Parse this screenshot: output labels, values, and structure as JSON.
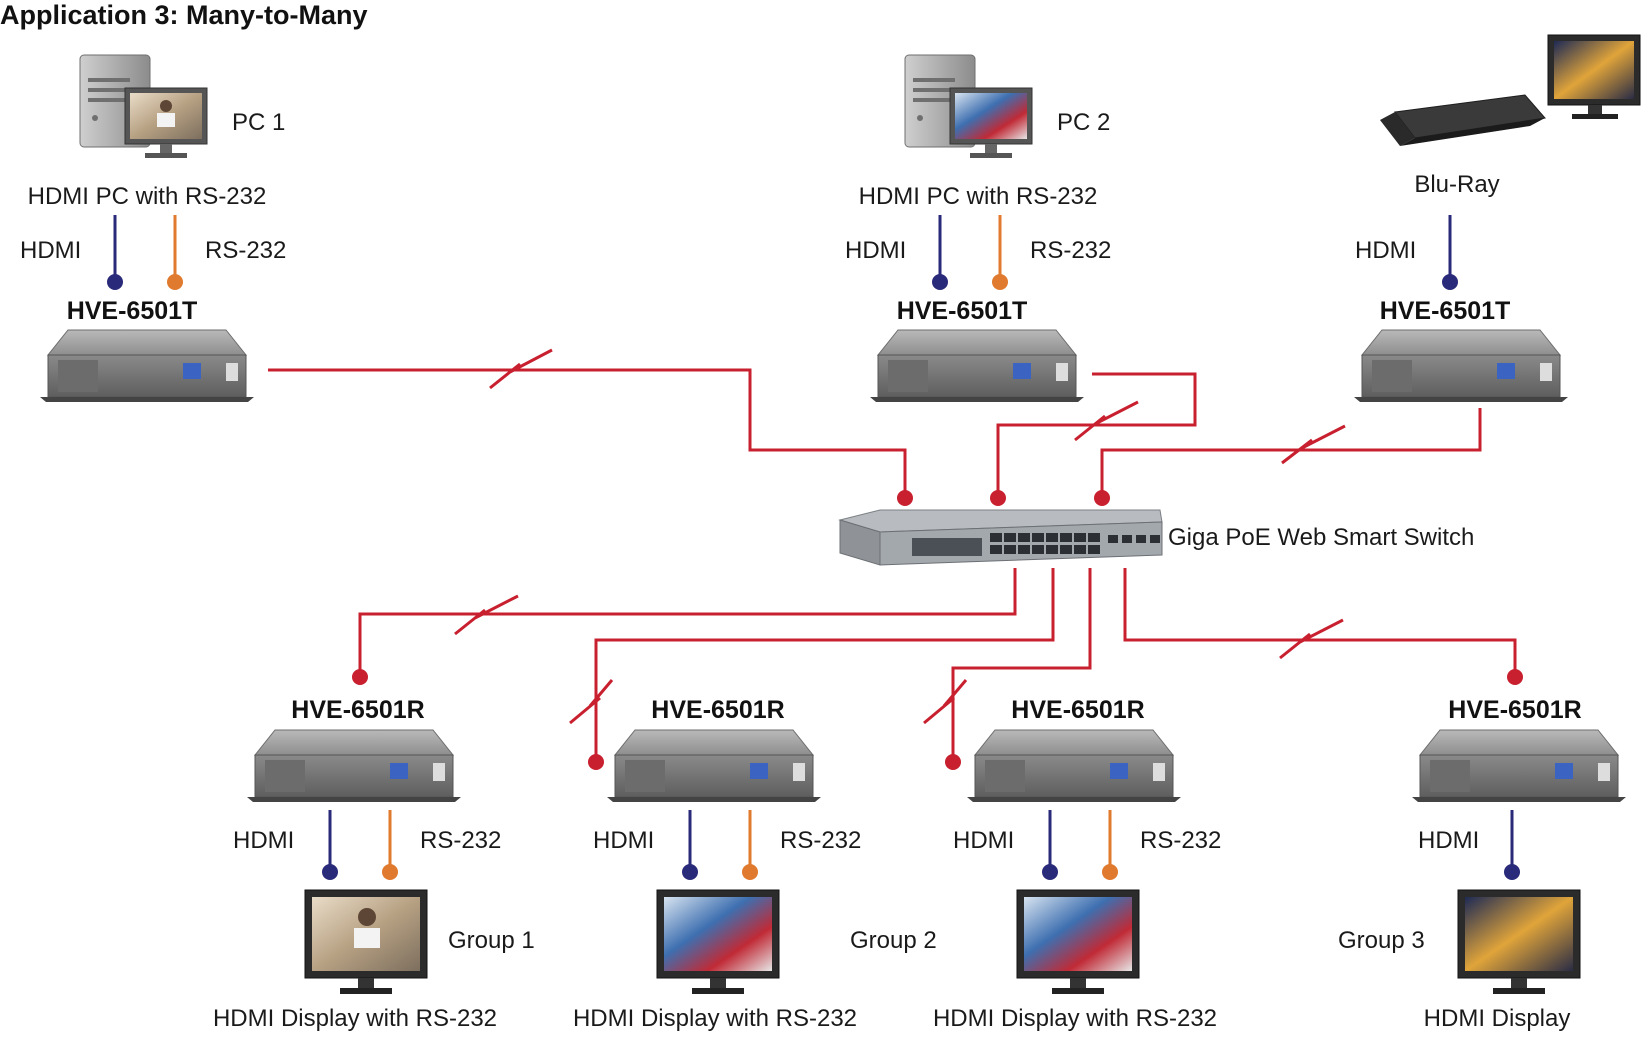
{
  "heading": "Application 3:  Many-to-Many",
  "sources": {
    "pc1": {
      "name": "PC 1",
      "desc": "HDMI PC with RS-232",
      "hdmi": "HDMI",
      "rs232": "RS-232",
      "model": "HVE-6501T"
    },
    "pc2": {
      "name": "PC 2",
      "desc": "HDMI PC with RS-232",
      "hdmi": "HDMI",
      "rs232": "RS-232",
      "model": "HVE-6501T"
    },
    "bluray": {
      "desc": "Blu-Ray",
      "hdmi": "HDMI",
      "model": "HVE-6501T"
    }
  },
  "switch": {
    "label": "Giga PoE Web Smart Switch"
  },
  "receivers": [
    {
      "model": "HVE-6501R",
      "hdmi": "HDMI",
      "rs232": "RS-232",
      "group": "Group 1",
      "display": "HDMI Display with RS-232"
    },
    {
      "model": "HVE-6501R",
      "hdmi": "HDMI",
      "rs232": "RS-232",
      "group": "Group 2",
      "display": "HDMI Display with RS-232"
    },
    {
      "model": "HVE-6501R",
      "hdmi": "HDMI",
      "rs232": "RS-232",
      "group": "Group 2",
      "display": "HDMI Display with RS-232"
    },
    {
      "model": "HVE-6501R",
      "hdmi": "HDMI",
      "group": "Group 3",
      "display": "HDMI Display"
    }
  ],
  "colors": {
    "network": "#c8202f",
    "hdmi": "#2a2a7a",
    "rs232": "#e07a2e",
    "device": "#8c8c8c"
  }
}
